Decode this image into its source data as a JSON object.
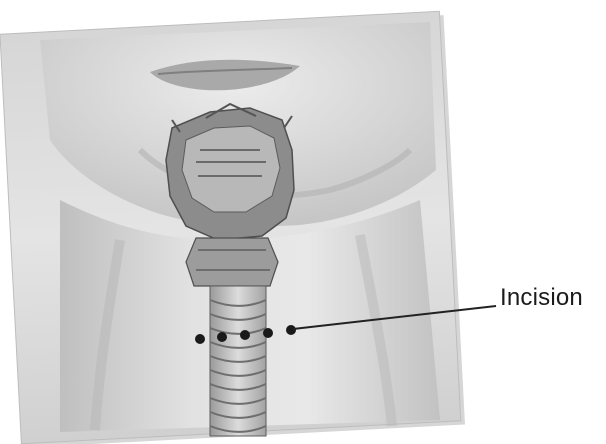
{
  "figure": {
    "callout": {
      "label": "Incision"
    },
    "incision_points": 5,
    "colors": {
      "background": "#ffffff",
      "skin_light": "#e6e6e6",
      "skin_mid": "#c9c9c9",
      "skin_shadow": "#9a9a9a",
      "cartilage": "#7d7d7d",
      "trachea_ring": "#8f8f8f",
      "dot": "#1a1a1a",
      "line": "#222222"
    },
    "icons": [
      "neck-illustration",
      "larynx-illustration",
      "trachea-illustration"
    ]
  }
}
